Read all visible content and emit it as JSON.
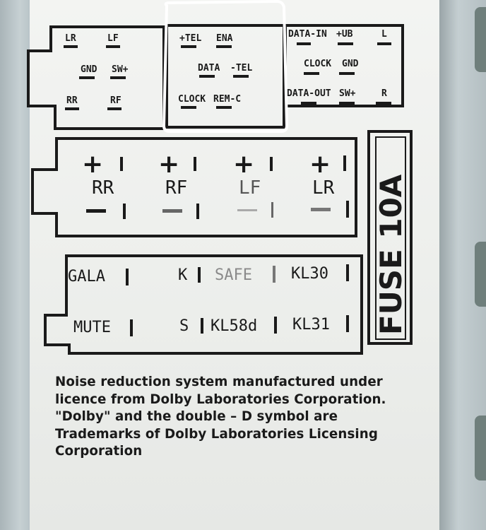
{
  "connector_a": {
    "labels": [
      "LR",
      "LF",
      "GND",
      "SW+",
      "RR",
      "RF"
    ]
  },
  "connector_b": {
    "labels": [
      "+TEL",
      "ENA",
      "DATA",
      "-TEL",
      "CLOCK",
      "REM-C"
    ]
  },
  "connector_c": {
    "labels": [
      "DATA-IN",
      "+UB",
      "L",
      "CLOCK",
      "GND",
      "DATA-OUT",
      "SW+",
      "R"
    ]
  },
  "speakers": {
    "channels": [
      "RR",
      "RF",
      "LF",
      "LR"
    ],
    "plus": "+",
    "minus": "—"
  },
  "control_pins": {
    "row1": [
      "GALA",
      "K",
      "SAFE",
      "KL30"
    ],
    "row2": [
      "MUTE",
      "S",
      "KL58d",
      "KL31"
    ]
  },
  "fuse": "FUSE 10A",
  "notice_lines": [
    "Noise reduction system manufactured under",
    "licence from Dolby Laboratories Corporation.",
    "\"Dolby\" and the double – D symbol are",
    "Trademarks of Dolby Laboratories Licensing",
    "Corporation"
  ],
  "colors": {
    "label_bg": "#efefed",
    "ink": "#1a1a1a",
    "highlight": "#ffffff"
  }
}
